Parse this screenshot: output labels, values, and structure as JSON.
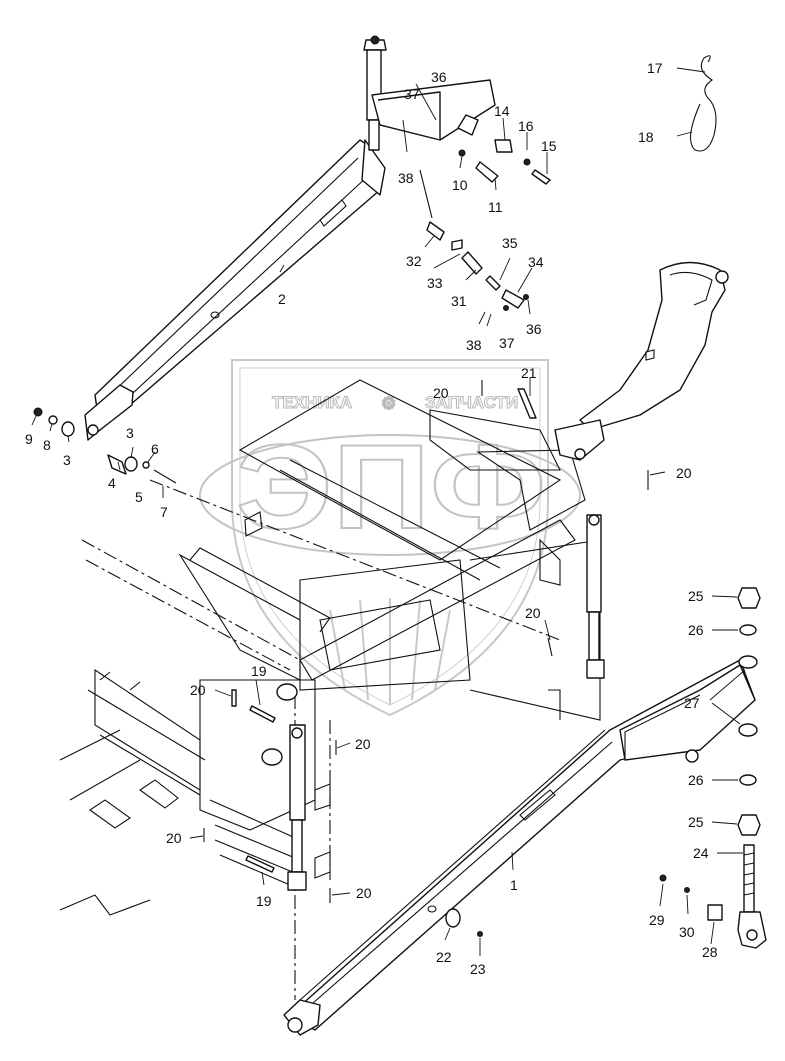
{
  "watermark": {
    "left_word": "ТЕХНИКА",
    "right_word": "ЗАПЧАСТИ",
    "emblem_letters": "ЭПФ",
    "gear_glyph": "⚙"
  },
  "callouts": [
    {
      "id": "c1",
      "text": "1"
    },
    {
      "id": "c2",
      "text": "2"
    },
    {
      "id": "c3a",
      "text": "3"
    },
    {
      "id": "c3b",
      "text": "3"
    },
    {
      "id": "c4",
      "text": "4"
    },
    {
      "id": "c5",
      "text": "5"
    },
    {
      "id": "c6",
      "text": "6"
    },
    {
      "id": "c7",
      "text": "7"
    },
    {
      "id": "c8",
      "text": "8"
    },
    {
      "id": "c9",
      "text": "9"
    },
    {
      "id": "c10",
      "text": "10"
    },
    {
      "id": "c11",
      "text": "11"
    },
    {
      "id": "c14",
      "text": "14"
    },
    {
      "id": "c15",
      "text": "15"
    },
    {
      "id": "c16",
      "text": "16"
    },
    {
      "id": "c17",
      "text": "17"
    },
    {
      "id": "c18",
      "text": "18"
    },
    {
      "id": "c19a",
      "text": "19"
    },
    {
      "id": "c19b",
      "text": "19"
    },
    {
      "id": "c20a",
      "text": "20"
    },
    {
      "id": "c20b",
      "text": "20"
    },
    {
      "id": "c20c",
      "text": "20"
    },
    {
      "id": "c20d",
      "text": "20"
    },
    {
      "id": "c20e",
      "text": "20"
    },
    {
      "id": "c20f",
      "text": "20"
    },
    {
      "id": "c20g",
      "text": "20"
    },
    {
      "id": "c21",
      "text": "21"
    },
    {
      "id": "c22",
      "text": "22"
    },
    {
      "id": "c23",
      "text": "23"
    },
    {
      "id": "c24",
      "text": "24"
    },
    {
      "id": "c25a",
      "text": "25"
    },
    {
      "id": "c25b",
      "text": "25"
    },
    {
      "id": "c26a",
      "text": "26"
    },
    {
      "id": "c26b",
      "text": "26"
    },
    {
      "id": "c27",
      "text": "27"
    },
    {
      "id": "c28",
      "text": "28"
    },
    {
      "id": "c29",
      "text": "29"
    },
    {
      "id": "c30",
      "text": "30"
    },
    {
      "id": "c31",
      "text": "31"
    },
    {
      "id": "c32",
      "text": "32"
    },
    {
      "id": "c33",
      "text": "33"
    },
    {
      "id": "c34",
      "text": "34"
    },
    {
      "id": "c35",
      "text": "35"
    },
    {
      "id": "c36a",
      "text": "36"
    },
    {
      "id": "c36b",
      "text": "36"
    },
    {
      "id": "c37a",
      "text": "37"
    },
    {
      "id": "c37b",
      "text": "37"
    },
    {
      "id": "c38a",
      "text": "38"
    },
    {
      "id": "c38b",
      "text": "38"
    }
  ]
}
